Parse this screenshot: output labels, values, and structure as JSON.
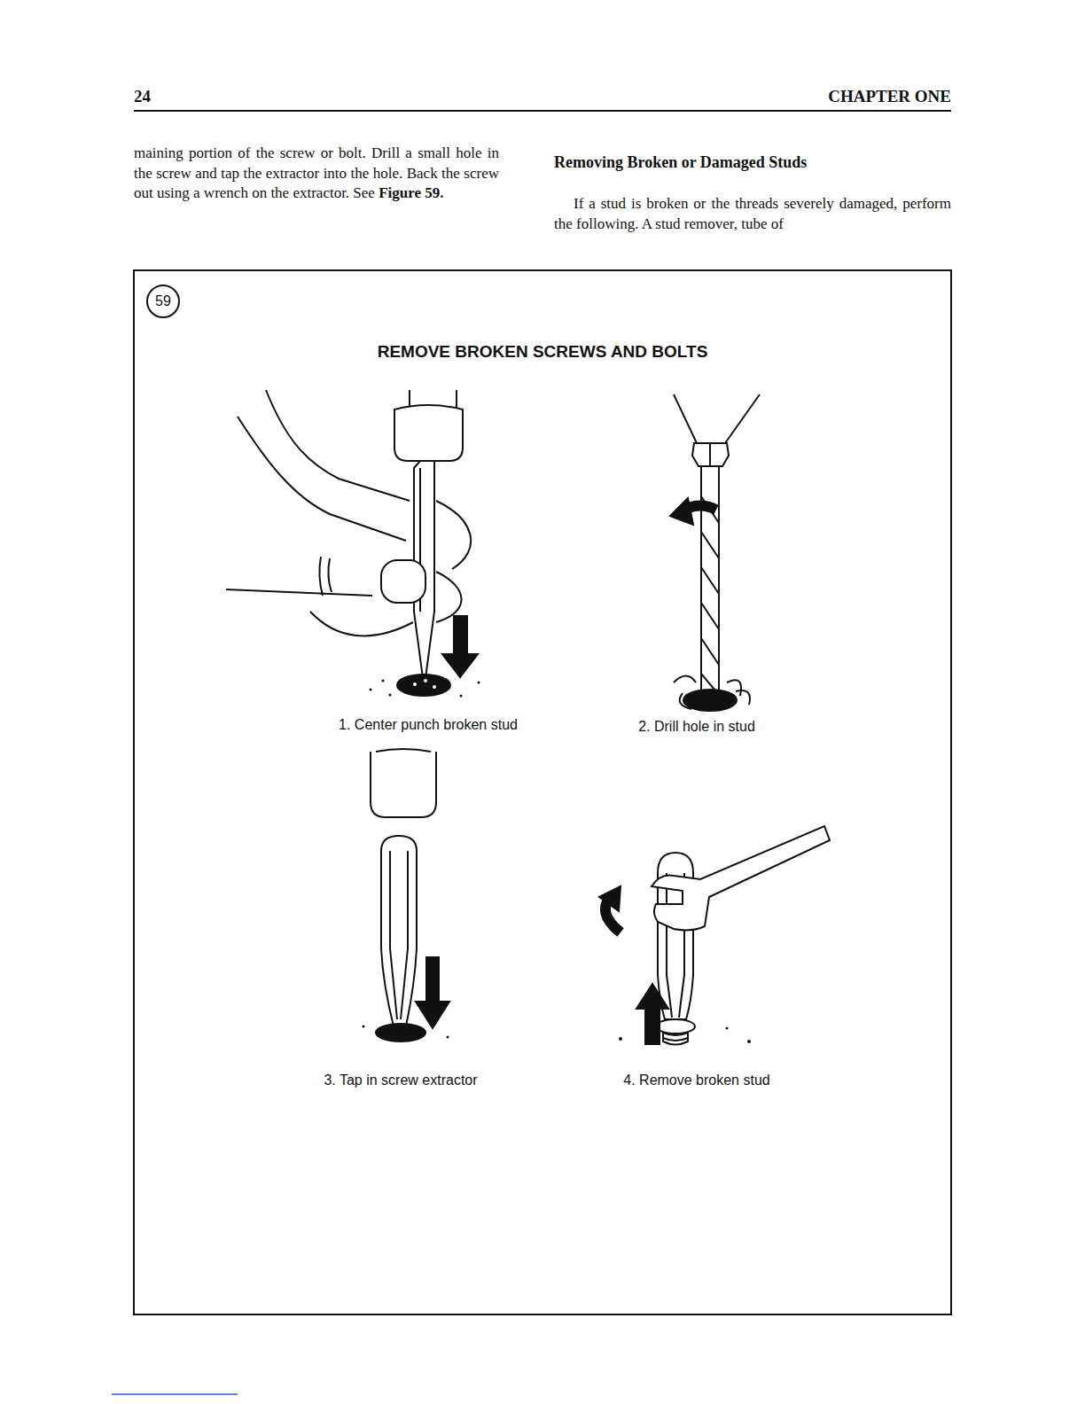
{
  "diagram": {
    "title": "REMOVE BROKEN SCREWS AND BOLTS",
    "labels": [
      "24",
      "CHAPTER ONE",
      "maining portion of the screw or bolt. Drill a small hole in the screw and tap the extractor into the hole. Back the screw out using a wrench on the extractor. See",
      "Figure 59.",
      "Removing Broken or Damaged Studs",
      "If a stud is broken or the threads severely damaged, perform the following. A stud remover, tube of",
      "59",
      "1. Center punch broken stud",
      "2. Drill hole in stud",
      "3. Tap in screw extractor",
      "4. Remove broken stud"
    ]
  }
}
